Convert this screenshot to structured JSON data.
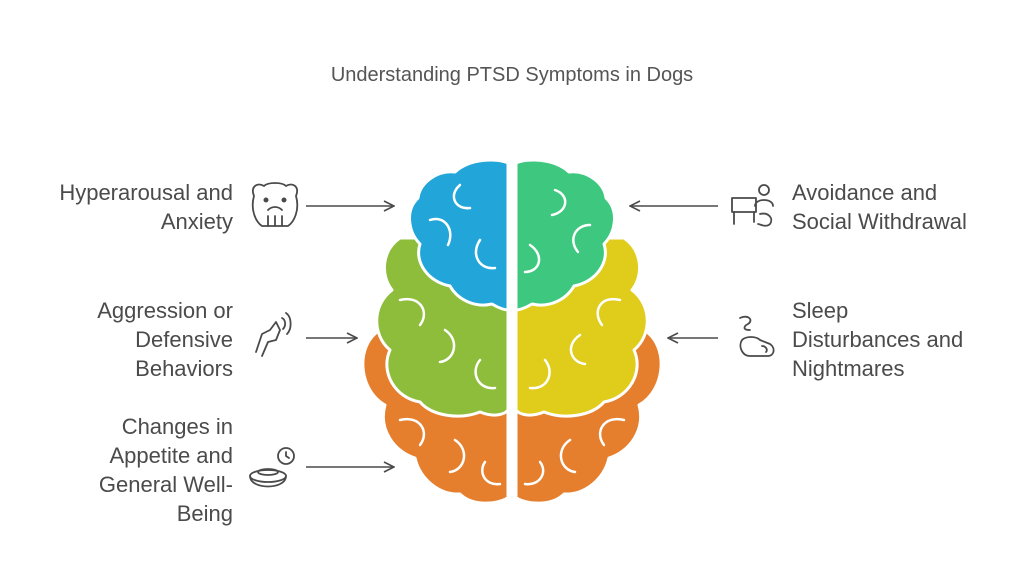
{
  "title": "Understanding PTSD Symptoms in Dogs",
  "items": [
    {
      "lines": [
        "Hyperarousal and",
        "Anxiety"
      ],
      "icon": "scared-dog-icon",
      "color": "#22a6d9"
    },
    {
      "lines": [
        "Aggression or",
        "Defensive",
        "Behaviors"
      ],
      "icon": "barking-dog-icon",
      "color": "#8dbd3a"
    },
    {
      "lines": [
        "Changes in",
        "Appetite and",
        "General Well-",
        "Being"
      ],
      "icon": "food-bowl-clock-icon",
      "color": "#e57f2e"
    },
    {
      "lines": [
        "Avoidance and",
        "Social Withdrawal"
      ],
      "icon": "dog-hiding-icon",
      "color": "#3dc77f"
    },
    {
      "lines": [
        "Sleep",
        "Disturbances and",
        "Nightmares"
      ],
      "icon": "sleeping-dog-icon",
      "color": "#e0cc1b"
    }
  ]
}
